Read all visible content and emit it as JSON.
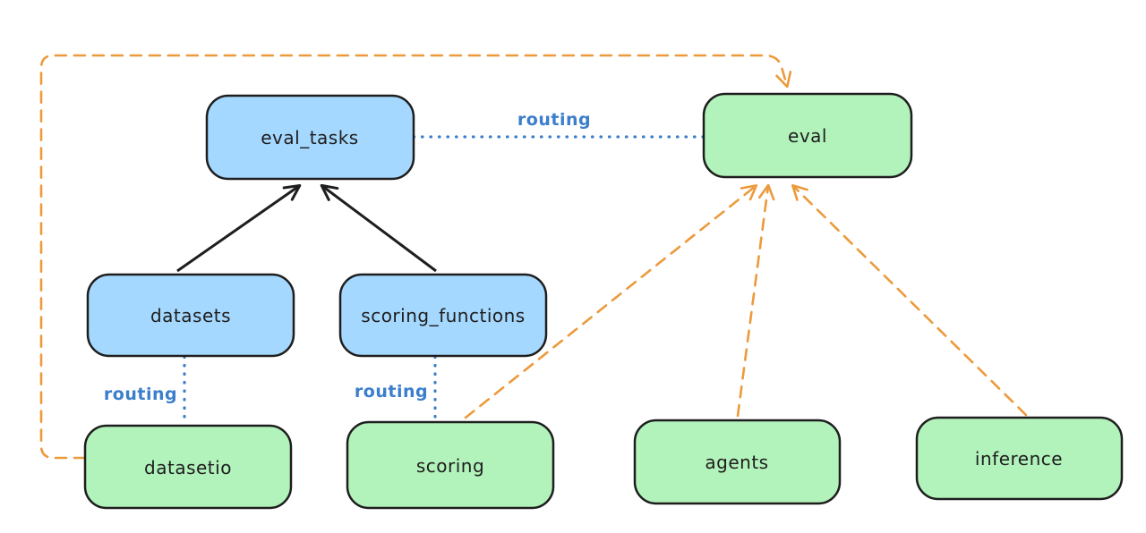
{
  "diagram": {
    "type": "flow-diagram",
    "colors": {
      "registry_fill_blue": "#a5d8ff",
      "api_fill_green": "#b2f2bb",
      "stroke_black": "#1e1e1e",
      "routing_blue": "#3b7ecb",
      "provider_orange": "#ec9a3c",
      "background": "#ffffff"
    },
    "nodes": [
      {
        "id": "eval_tasks",
        "label": "eval_tasks",
        "fill": "#a5d8ff"
      },
      {
        "id": "eval",
        "label": "eval",
        "fill": "#b2f2bb"
      },
      {
        "id": "datasets",
        "label": "datasets",
        "fill": "#a5d8ff"
      },
      {
        "id": "scoring_functions",
        "label": "scoring_functions",
        "fill": "#a5d8ff"
      },
      {
        "id": "datasetio",
        "label": "datasetio",
        "fill": "#b2f2bb"
      },
      {
        "id": "scoring",
        "label": "scoring",
        "fill": "#b2f2bb"
      },
      {
        "id": "agents",
        "label": "agents",
        "fill": "#b2f2bb"
      },
      {
        "id": "inference",
        "label": "inference",
        "fill": "#b2f2bb"
      }
    ],
    "edges": [
      {
        "from": "datasets",
        "to": "eval_tasks",
        "style": "solid-arrow",
        "color": "#1e1e1e",
        "label": ""
      },
      {
        "from": "scoring_functions",
        "to": "eval_tasks",
        "style": "solid-arrow",
        "color": "#1e1e1e",
        "label": ""
      },
      {
        "from": "eval_tasks",
        "to": "eval",
        "style": "dotted",
        "color": "#3b7ecb",
        "label": "routing"
      },
      {
        "from": "datasets",
        "to": "datasetio",
        "style": "dotted",
        "color": "#3b7ecb",
        "label": "routing"
      },
      {
        "from": "scoring_functions",
        "to": "scoring",
        "style": "dotted",
        "color": "#3b7ecb",
        "label": "routing"
      },
      {
        "from": "datasetio",
        "to": "eval",
        "style": "dashed-arrow",
        "color": "#ec9a3c",
        "label": ""
      },
      {
        "from": "scoring",
        "to": "eval",
        "style": "dashed-arrow",
        "color": "#ec9a3c",
        "label": ""
      },
      {
        "from": "agents",
        "to": "eval",
        "style": "dashed-arrow",
        "color": "#ec9a3c",
        "label": ""
      },
      {
        "from": "inference",
        "to": "eval",
        "style": "dashed-arrow",
        "color": "#ec9a3c",
        "label": ""
      }
    ]
  }
}
